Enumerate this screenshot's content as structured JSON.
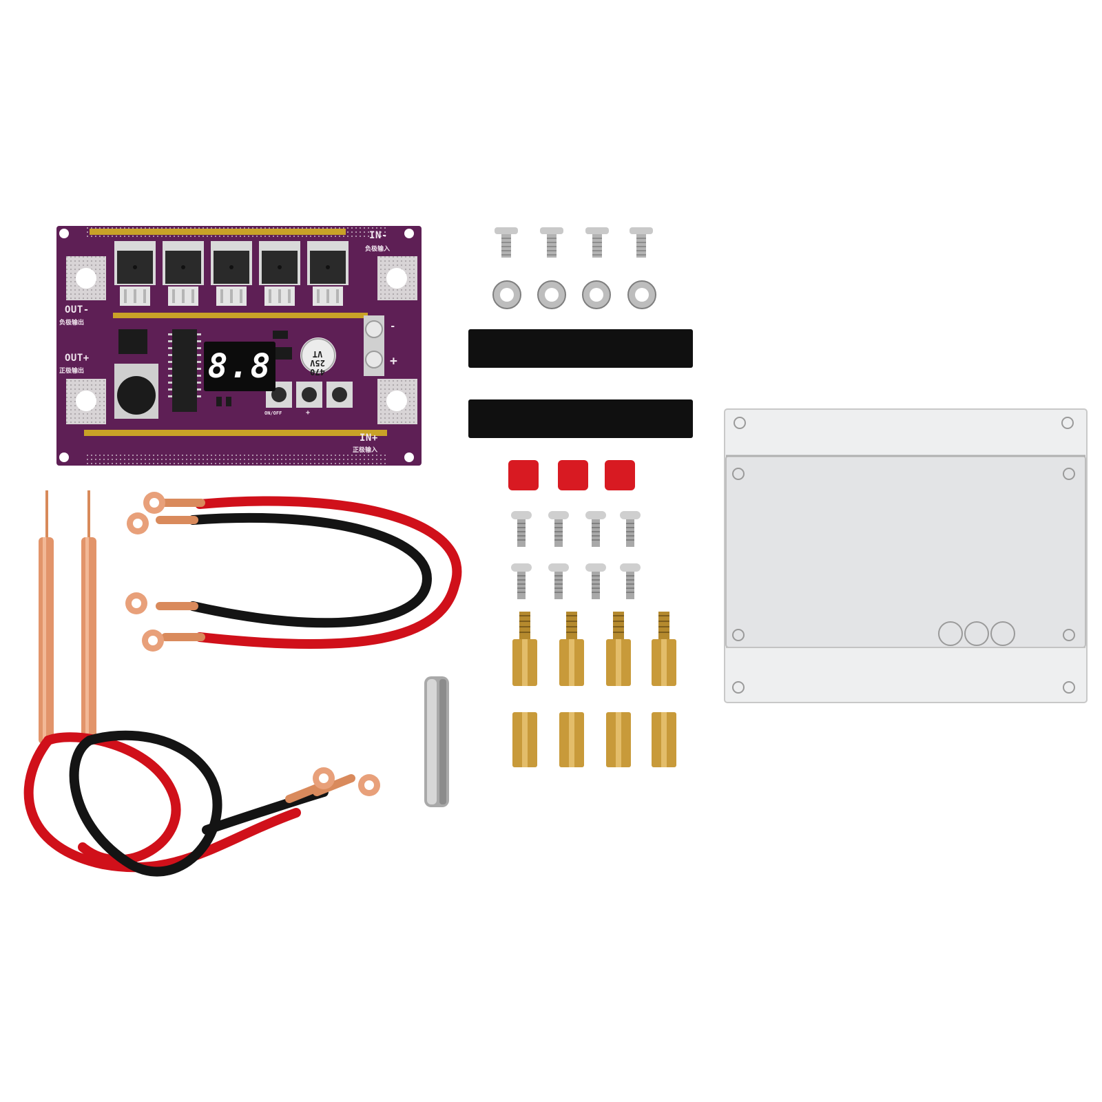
{
  "board": {
    "display_value": "8.8",
    "label_in_minus": "IN-",
    "label_in_minus_cn": "负极输入",
    "label_out_minus": "OUT-",
    "label_out_minus_cn": "负极输出",
    "label_out_plus": "OUT+",
    "label_out_plus_cn": "正极输出",
    "label_in_plus": "IN+",
    "label_in_plus_cn": "正极输入",
    "terminal_minus": "-",
    "terminal_plus": "+",
    "button_label_onoff": "ON/OFF",
    "button_label_plus": "+",
    "capacitor_text": "470\n25V\nVT"
  },
  "colors": {
    "pcb": "#5e1f55",
    "gold": "#c9a227",
    "red_wire": "#d0101a",
    "black_wire": "#141414",
    "copper": "#e2946a",
    "brass": "#c89a3a",
    "acrylic": "#e6e7e9"
  }
}
